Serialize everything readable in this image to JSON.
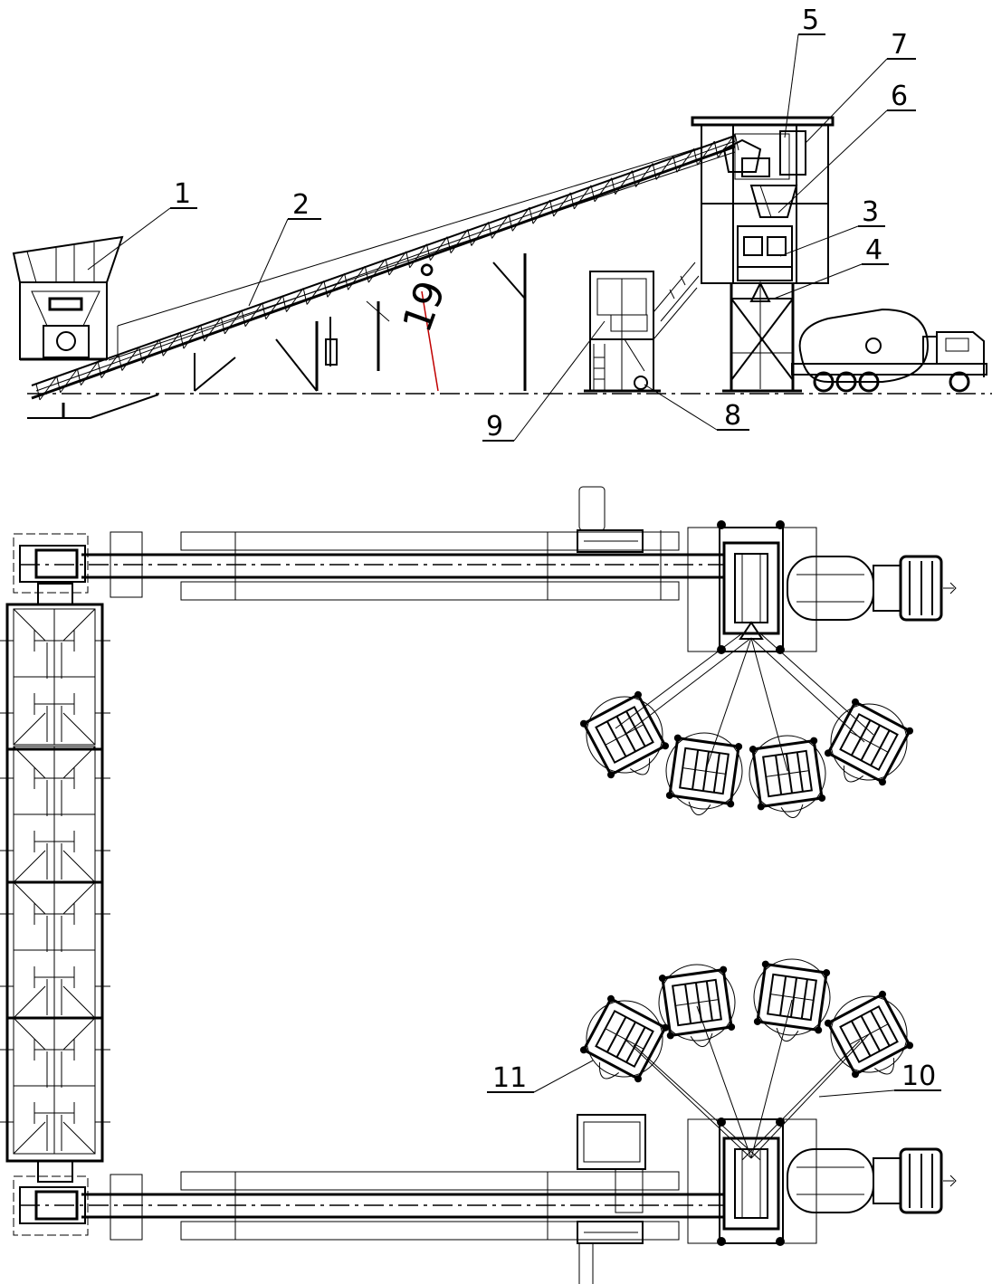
{
  "labels": {
    "l1": "1",
    "l2": "2",
    "l3": "3",
    "l4": "4",
    "l5": "5",
    "l6": "6",
    "l7": "7",
    "l8": "8",
    "l9": "9",
    "l10": "10",
    "l11": "11"
  },
  "angle_label": "19°",
  "colors": {
    "line": "#000000",
    "angle_line": "#c00000",
    "background": "#ffffff"
  }
}
